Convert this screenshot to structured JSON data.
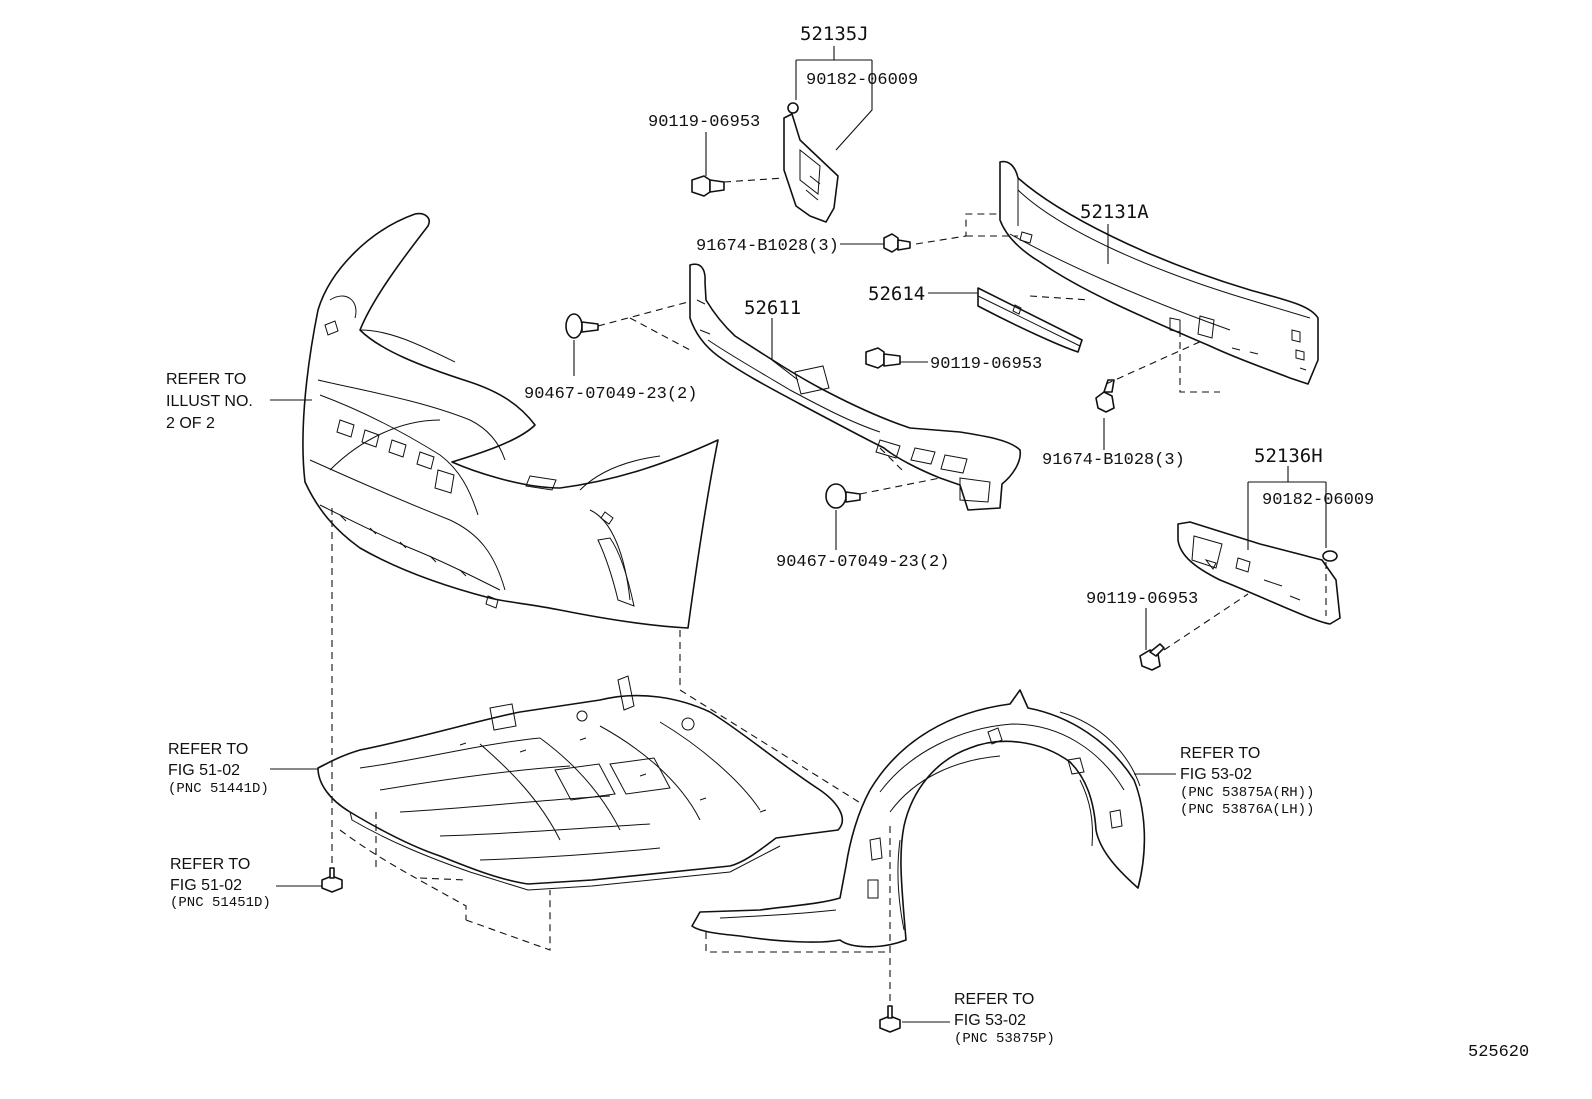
{
  "labels": {
    "p52135J": "52135J",
    "p90182_top": "90182-06009",
    "p90119_top": "90119-06953",
    "p91674_top": "91674-B1028(3)",
    "p52131A": "52131A",
    "p52614": "52614",
    "p52611": "52611",
    "p90119_mid": "90119-06953",
    "p90467_top": "90467-07049-23(2)",
    "p91674_mid": "91674-B1028(3)",
    "p52136H": "52136H",
    "p90182_right": "90182-06009",
    "p90467_bot": "90467-07049-23(2)",
    "p90119_right": "90119-06953",
    "diagram_id": "525620"
  },
  "refs": {
    "illust": {
      "line1": "REFER TO",
      "line2": "ILLUST NO.",
      "line3": "2 OF 2"
    },
    "fig51_a": {
      "line1": "REFER TO",
      "line2": "FIG 51-02",
      "line3": "(PNC 51441D)"
    },
    "fig51_b": {
      "line1": "REFER TO",
      "line2": "FIG 51-02",
      "line3": "(PNC 51451D)"
    },
    "fig53_a": {
      "line1": "REFER TO",
      "line2": "FIG 53-02",
      "line3": "(PNC 53875A(RH))",
      "line4": "(PNC 53876A(LH))"
    },
    "fig53_b": {
      "line1": "REFER TO",
      "line2": "FIG 53-02",
      "line3": "(PNC 53875P)"
    }
  }
}
